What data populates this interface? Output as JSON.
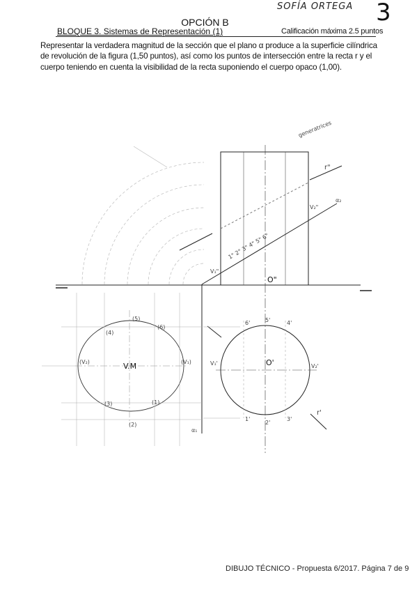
{
  "header": {
    "student_name": "SOFÍA ORTEGA",
    "grade": "3",
    "option_title": "OPCIÓN B",
    "block_title": "BLOQUE 3. Sistemas de Representación (1)",
    "grading": "Calificación máxima 2.5 puntos"
  },
  "statement": {
    "text": "Representar la verdadera magnitud de la sección que el plano α produce a la superficie cilíndrica de revolución de la figura (1,50 puntos), así como los puntos de intersección entre la recta r y el cuerpo teniendo en cuenta la visibilidad de la recta suponiendo el cuerpo opaco (1,00)."
  },
  "drawing_labels": {
    "generatrices": "generatrices",
    "r_double": "r\"",
    "alpha2": "α₂",
    "v2_elev": "V₂\"",
    "v1_elev": "V₁\"",
    "o_double": "O\"",
    "o_single": "O'",
    "v1_plan": "V₁'",
    "v2_plan": "V₂'",
    "r_single": "r'",
    "alpha1": "α₁",
    "vm": "V.M",
    "pt_1": "(1)",
    "pt_2": "(2)",
    "pt_3": "(3)",
    "pt_4": "(4)",
    "pt_5": "(5)",
    "pt_6": "(6)",
    "pt_v1": "(V₁)",
    "pt_v2": "(V₂)",
    "plan_1": "1'",
    "plan_2": "2'",
    "plan_3": "3'",
    "plan_4": "4'",
    "plan_5": "5'",
    "plan_6": "6'",
    "elev_pts": "1\" 2\" 3\" 4\" 5\" 6\""
  },
  "footer": {
    "text": "DIBUJO TÉCNICO - Propuesta 6/2017. Página 7 de 9"
  }
}
